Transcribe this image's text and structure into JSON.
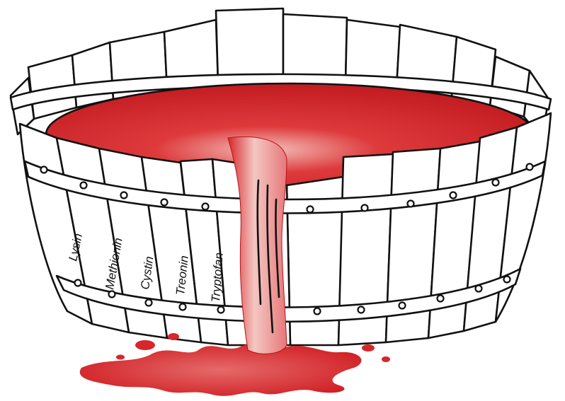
{
  "diagram": {
    "stave_labels": [
      "Lysin",
      "Methionin",
      "Cystin",
      "Treonin",
      "Tryptofan"
    ],
    "colors": {
      "liquid": "#d8262b",
      "liquid_dark": "#b41419",
      "liquid_light": "#f7d3cf",
      "outline": "#111111",
      "wood": "#ffffff"
    }
  }
}
